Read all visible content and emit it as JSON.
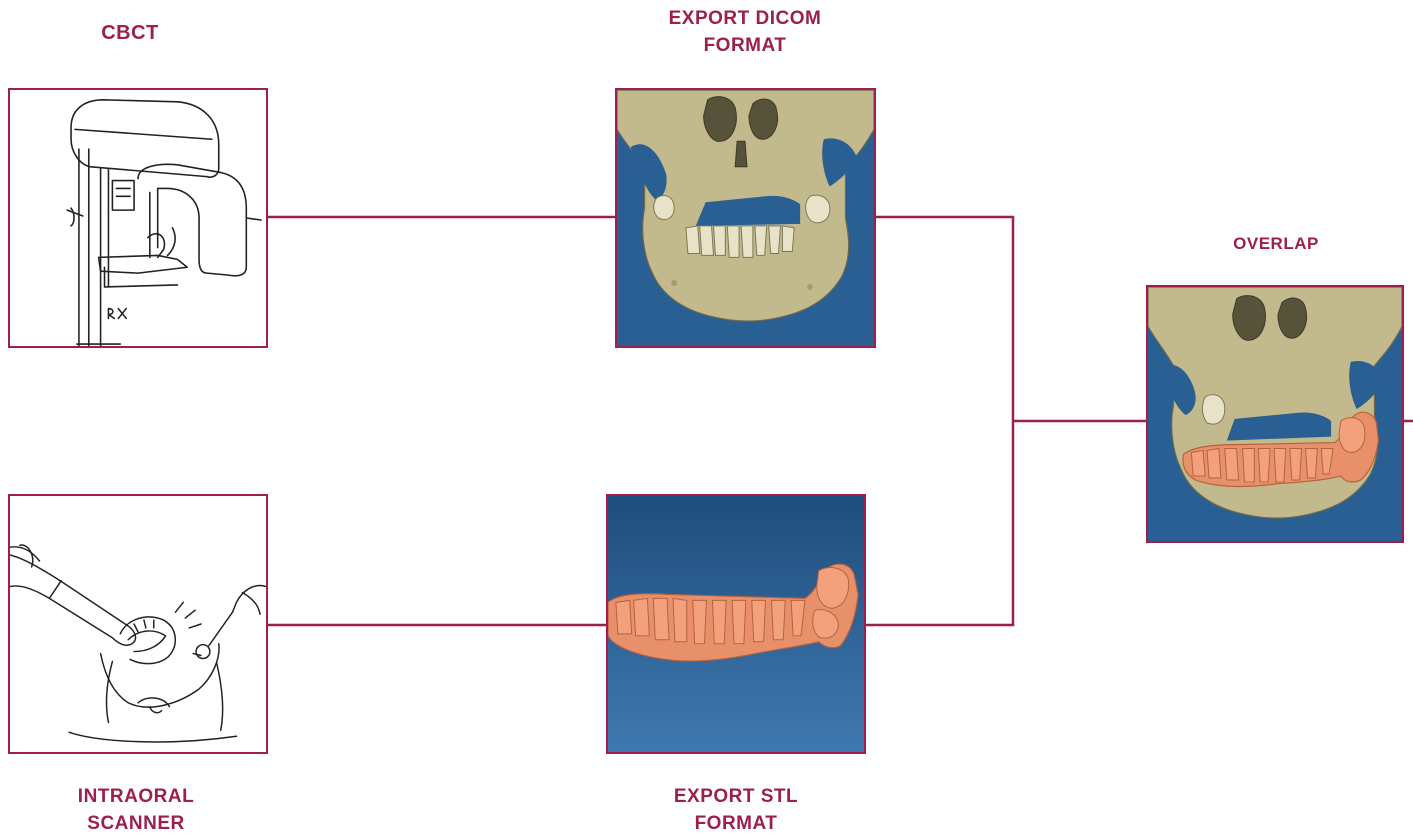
{
  "labels": {
    "cbct": "CBCT",
    "export_dicom": [
      "EXPORT DICOM",
      "FORMAT"
    ],
    "overlap": "OVERLAP",
    "intraoral": [
      "INTRAORAL",
      "SCANNER"
    ],
    "export_stl": [
      "EXPORT STL",
      "FORMAT"
    ]
  },
  "colors": {
    "accent": "#9c1f4f",
    "scan_background": "#2a5f93",
    "bone": "#c9c196",
    "stl_model": "#e8906a"
  }
}
